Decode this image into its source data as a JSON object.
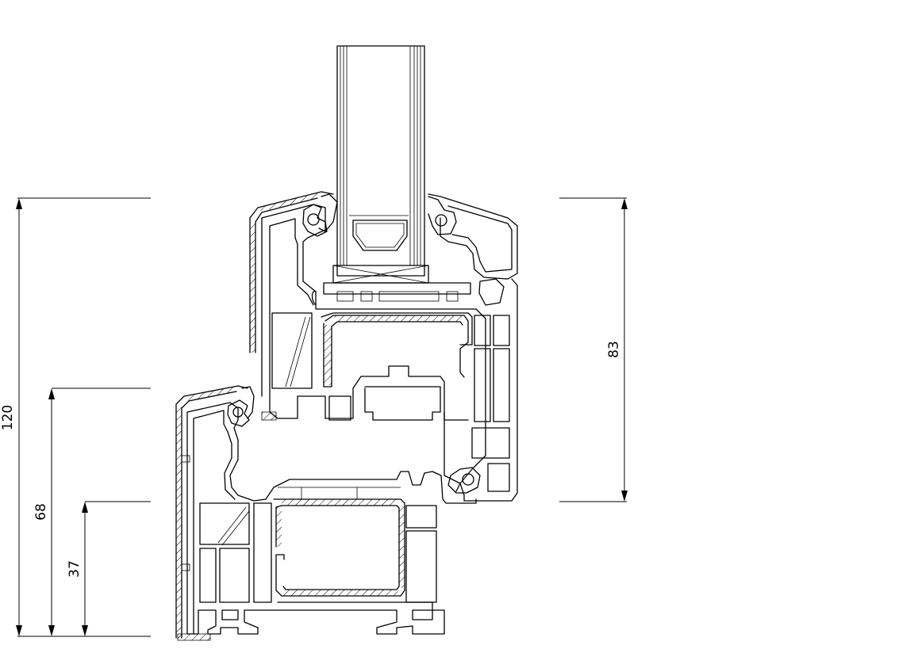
{
  "dimensions": {
    "total_height": "120",
    "sash_height": "68",
    "frame_height": "37",
    "glazing_height": "83"
  },
  "colors": {
    "line": "#000000",
    "background": "#ffffff"
  }
}
